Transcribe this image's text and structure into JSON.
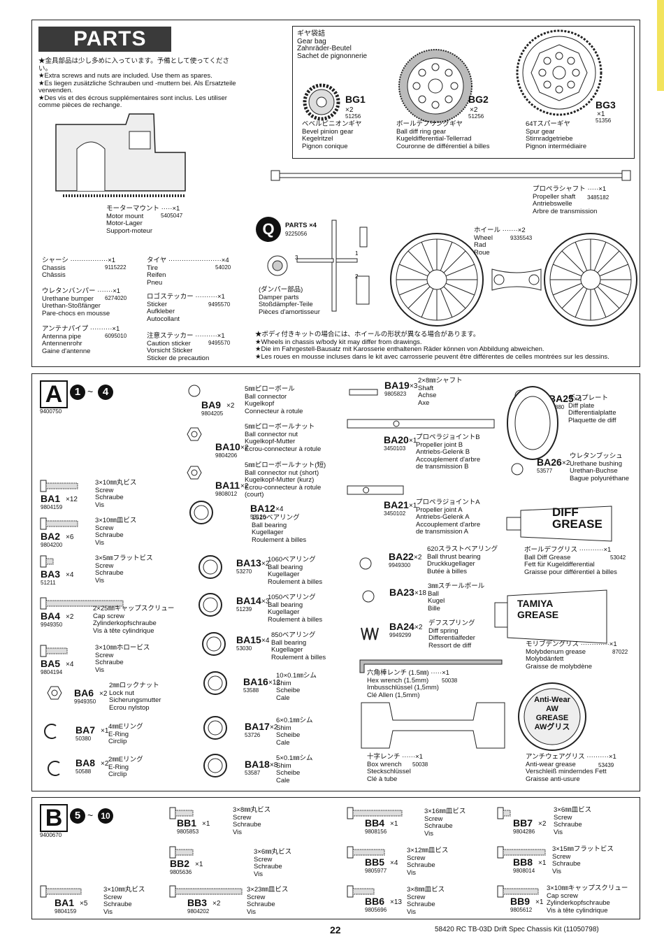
{
  "page_number": "22",
  "footer": "58420 RC TB-03D Drift Spec Chassis Kit (11050798)",
  "parts": {
    "title": "PARTS",
    "notes": "★金具部品は少し多めに入っています。予備として使ってください。\n★Extra screws and nuts are included. Use them as spares.\n★Es liegen zusätzliche Schrauben und -muttern bei. Als Ersatzteile verwenden.\n★Des vis et des écrous supplémentaires sont inclus. Les utiliser comme pièces de rechange.",
    "motor_mount": {
      "text": "モーターマウント ·····×1\nMotor mount\nMotor-Lager\nSupport-moteur",
      "code": "5405047"
    },
    "chassis": {
      "text": "シャーシ ·················×1\nChassis\nChâssis",
      "code": "9115222"
    },
    "tire": {
      "text": "タイヤ ························×4\nTire\nReifen\nPneu",
      "code": "54020"
    },
    "bumper": {
      "text": "ウレタンバンパー ·······×1\nUrethane bumper\nUrethan-Stoßfänger\nPare-chocs en mousse",
      "code": "6274020"
    },
    "sticker": {
      "text": "ロゴステッカー ··········×1\nSticker\nAufkleber\nAutocollant",
      "code": "9495570"
    },
    "antenna": {
      "text": "アンテナパイプ ··········×1\nAntenna pipe\nAntennenrohr\nGaine d'antenne",
      "code": "6095010"
    },
    "caution": {
      "text": "注意ステッカー ··········×1\nCaution sticker\nVorsicht Sticker\nSticker de precaution",
      "code": "9495570"
    },
    "gear_bag": "ギヤ袋詰\nGear bag\nZahnräder-Beutel\nSachet de pignonnerie",
    "bg1": {
      "label": "BG1",
      "qty": "×2",
      "code": "51256",
      "text": "ベベルピニオンギヤ\nBevel pinion gear\nKegelritzel\nPignon conique"
    },
    "bg2": {
      "label": "BG2",
      "qty": "×2",
      "code": "51256",
      "text": "ボールデフリングギヤ\nBall diff ring gear\nKugeldifferential-Tellerrad\nCouronne de différentiel à billes"
    },
    "bg3": {
      "label": "BG3",
      "qty": "×1",
      "code": "51356",
      "text": "64Tスパーギヤ\nSpur gear\nStirnradgetriebe\nPignon intermédiaire"
    },
    "prop_shaft": {
      "text": "プロペラシャフト ·····×1\nPropeller shaft\nAntriebswelle\nArbre de transmission",
      "code": "3485182"
    },
    "q_parts": {
      "label": "Q",
      "text": "PARTS ×4",
      "code": "9225056"
    },
    "damper": "(ダンパー部品)\nDamper parts\nStoßdämpfer-Teile\nPièces d'amortisseur",
    "wheel": {
      "text": "ホイール ·······×2\nWheel\nRad\nRoue",
      "code": "9335543"
    },
    "wheel_note": "★ボディ付きキットの場合には、ホイールの形状が異なる場合があります。\n★Wheels in chassis w/body kit may differ from drawings.\n★Die im Fahrgestell-Bausatz mit Karosserie enthaltenen Räder können von Abbildung abweichen.\n★Les roues en mousse incluses dans le kit avec carrosserie peuvent être différentes de celles montrées sur les dessins."
  },
  "bag_a": {
    "letter": "A",
    "step_from": "1",
    "step_to": "4",
    "code": "9400750",
    "items": [
      {
        "label": "BA1",
        "qty": "×12",
        "code": "9804159",
        "text": "3×10㎜丸ビス\nScrew\nSchraube\nVis"
      },
      {
        "label": "BA2",
        "qty": "×6",
        "code": "9804200",
        "text": "3×10㎜皿ビス\nScrew\nSchraube\nVis"
      },
      {
        "label": "BA3",
        "qty": "×4",
        "code": "51211",
        "text": "3×5㎜フラットビス\nScrew\nSchraube\nVis"
      },
      {
        "label": "BA4",
        "qty": "×2",
        "code": "9949350",
        "text": "2×25㎜キャップスクリュー\nCap screw\nZylinderkopfschraube\nVis à tête cylindrique"
      },
      {
        "label": "BA5",
        "qty": "×4",
        "code": "9804194",
        "text": "3×10㎜ホロービス\nScrew\nSchraube\nVis"
      },
      {
        "label": "BA6",
        "qty": "×2",
        "code": "9949350",
        "text": "2㎜ロックナット\nLock nut\nSicherungsmutter\nEcrou nylstop"
      },
      {
        "label": "BA7",
        "qty": "×1",
        "code": "50380",
        "text": "4㎜Eリング\nE-Ring\nCirclip"
      },
      {
        "label": "BA8",
        "qty": "×2",
        "code": "50588",
        "text": "2㎜Eリング\nE-Ring\nCirclip"
      },
      {
        "label": "BA9",
        "qty": "×2",
        "code": "9804205",
        "text": "5㎜ピローボール\nBall connector\nKugelkopf\nConnecteur à rotule"
      },
      {
        "label": "BA10",
        "qty": "×2",
        "code": "9804206",
        "text": "5㎜ピローボールナット\nBall connector nut\nKugelkopf-Mutter\nEcrou-connecteur à rotule"
      },
      {
        "label": "BA11",
        "qty": "×2",
        "code": "9808012",
        "text": "5㎜ピローボールナット(短)\nBall connector nut (short)\nKugelkopf-Mutter (kurz)\nEcrou-connecteur à rotule\n(court)"
      },
      {
        "label": "BA12",
        "qty": "×4",
        "code": "53126",
        "text": "1510ベアリング\nBall bearing\nKugellager\nRoulement à billes"
      },
      {
        "label": "BA13",
        "qty": "×2",
        "code": "53270",
        "text": "1060ベアリング\nBall bearing\nKugellager\nRoulement à billes"
      },
      {
        "label": "BA14",
        "qty": "×3",
        "code": "51239",
        "text": "1050ベアリング\nBall bearing\nKugellager\nRoulement à billes"
      },
      {
        "label": "BA15",
        "qty": "×4",
        "code": "53030",
        "text": "850ベアリング\nBall bearing\nKugellager\nRoulement à billes"
      },
      {
        "label": "BA16",
        "qty": "×12",
        "code": "53588",
        "text": "10×0.1㎜シム\nShim\nScheibe\nCale"
      },
      {
        "label": "BA17",
        "qty": "×2",
        "code": "53726",
        "text": "6×0.1㎜シム\nShim\nScheibe\nCale"
      },
      {
        "label": "BA18",
        "qty": "×8",
        "code": "53587",
        "text": "5×0.1㎜シム\nShim\nScheibe\nCale"
      },
      {
        "label": "BA19",
        "qty": "×3",
        "code": "9805823",
        "text": "2×8㎜シャフト\nShaft\nAchse\nAxe"
      },
      {
        "label": "BA20",
        "qty": "×1",
        "code": "3450103",
        "text": "プロペラジョイントB\nPropeller joint B\nAntriebs-Gelenk B\nAccouplement d'arbre\nde transmission B"
      },
      {
        "label": "BA21",
        "qty": "×1",
        "code": "3450102",
        "text": "プロペラジョイントA\nPropeller joint A\nAntriebs-Gelenk A\nAccouplement d'arbre\nde transmission A"
      },
      {
        "label": "BA22",
        "qty": "×2",
        "code": "9949300",
        "text": "620スラストベアリング\nBall thrust bearing\nDruckkugellager\nButée à billes"
      },
      {
        "label": "BA23",
        "qty": "×18",
        "code": "",
        "text": "3㎜スチールボール\nBall\nKugel\nBille"
      },
      {
        "label": "BA24",
        "qty": "×2",
        "code": "9949299",
        "text": "デフスプリング\nDiff spring\nDifferentialfeder\nRessort de diff"
      },
      {
        "label": "BA25",
        "qty": "×4",
        "code": "50880",
        "text": "デフプレート\nDiff plate\nDifferentialplatte\nPlaquette de diff"
      },
      {
        "label": "BA26",
        "qty": "×2",
        "code": "53577",
        "text": "ウレタンブッシュ\nUrethane bushing\nUrethan-Buchse\nBague polyuréthane"
      }
    ],
    "diff_grease": {
      "text": "ボールデフグリス ···········×1\nBall Diff Grease\nFett für Kugeldifferential\nGraisse pour différentiel à billes",
      "code": "53042",
      "tube": "DIFF\nGREASE"
    },
    "moly_grease": {
      "text": "モリブデングリス ·············×1\nMolybdenum grease\nMolybdänfett\nGraisse de molybdène",
      "code": "87022",
      "tube": "TAMIYA\nGREASE"
    },
    "hex_wrench": {
      "text": "六角棒レンチ (1.5㎜) ·····×1\nHex wrench (1.5mm)\nImbusschlüssel (1,5mm)\nClé Allen (1,5mm)",
      "code": "50038"
    },
    "cross_wrench": {
      "text": "十字レンチ ······×1\nBox wrench\nSteckschlüssel\nClé à tube",
      "code": "50038"
    },
    "aw_grease": {
      "text": "アンチウェアグリス ··········×1\nAnti-wear grease\nVerschleiß minderndes Fett\nGraisse anti-usure",
      "code": "53439",
      "can": "Anti-Wear\nAW\nGREASE\nAWグリス"
    }
  },
  "bag_b": {
    "letter": "B",
    "step_from": "5",
    "step_to": "10",
    "code": "9400670",
    "items": [
      {
        "label": "BB1",
        "qty": "×1",
        "code": "9805853",
        "text": "3×8㎜丸ビス\nScrew\nSchraube\nVis"
      },
      {
        "label": "BB2",
        "qty": "×1",
        "code": "9805636",
        "text": "3×6㎜丸ビス\nScrew\nSchraube\nVis"
      },
      {
        "label": "BA1",
        "qty": "×5",
        "code": "9804159",
        "text": "3×10㎜丸ビス\nScrew\nSchraube\nVis"
      },
      {
        "label": "BB3",
        "qty": "×2",
        "code": "9804202",
        "text": "3×23㎜皿ビス\nScrew\nSchraube\nVis"
      },
      {
        "label": "BB4",
        "qty": "×1",
        "code": "9808156",
        "text": "3×16㎜皿ビス\nScrew\nSchraube\nVis"
      },
      {
        "label": "BB5",
        "qty": "×4",
        "code": "9805977",
        "text": "3×12㎜皿ビス\nScrew\nSchraube\nVis"
      },
      {
        "label": "BB6",
        "qty": "×13",
        "code": "9805696",
        "text": "3×8㎜皿ビス\nScrew\nSchraube\nVis"
      },
      {
        "label": "BB7",
        "qty": "×2",
        "code": "9804286",
        "text": "3×6㎜皿ビス\nScrew\nSchraube\nVis"
      },
      {
        "label": "BB8",
        "qty": "×1",
        "code": "9808014",
        "text": "3×15㎜フラットビス\nScrew\nSchraube\nVis"
      },
      {
        "label": "BB9",
        "qty": "×1",
        "code": "9805612",
        "text": "3×10㎜キャップスクリュー\nCap screw\nZylinderkopfschraube\nVis à tête cylindrique"
      }
    ]
  }
}
